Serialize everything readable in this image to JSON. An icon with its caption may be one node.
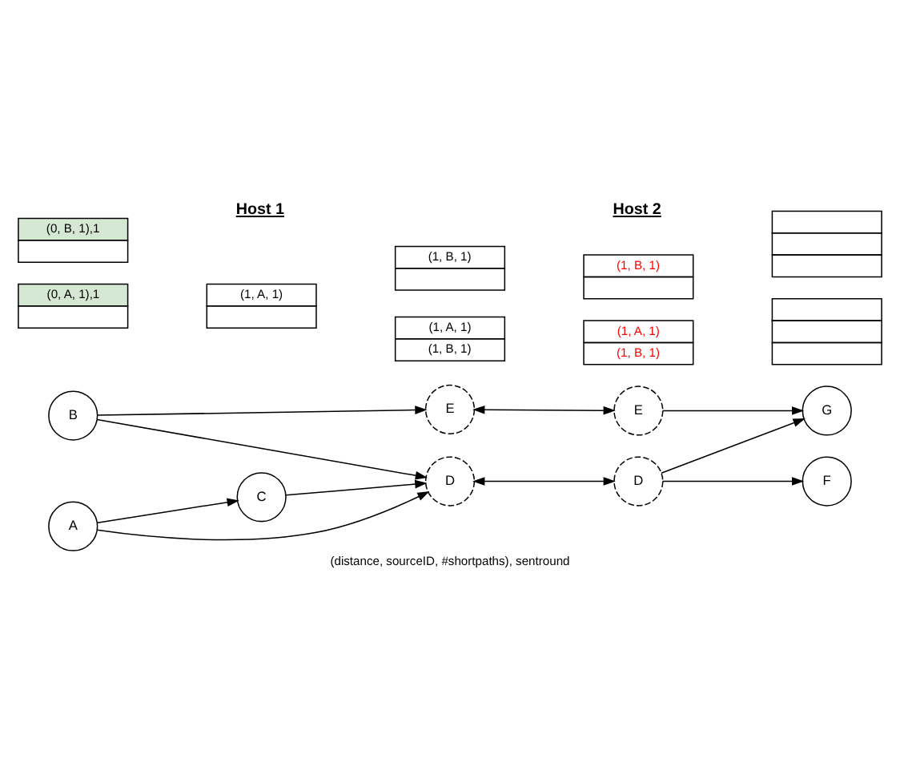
{
  "diagram": {
    "caption": "(distance, sourceID, #shortpaths), sentround",
    "nodes": [
      {
        "text": [
          "C"
        ]
      },
      {
        "text": [
          "(1, A, 1)"
        ]
      },
      {
        "text": [
          "A"
        ]
      },
      {
        "text": [
          "(0, A, 1),1"
        ]
      },
      {
        "text": [
          "D"
        ]
      },
      {
        "text": [
          "(1, A, 1)",
          "(1, B, 1)"
        ]
      },
      {
        "text": [
          "B"
        ]
      },
      {
        "text": [
          "(0, B, 1),1"
        ]
      },
      {
        "text": [
          "E"
        ]
      },
      {
        "text": [
          "(1, B, 1)"
        ]
      },
      {
        "text": [
          "F"
        ]
      },
      {
        "text": [],
        "shape": "box"
      },
      {
        "text": [
          "D"
        ]
      },
      {
        "text": [
          "(1, A, 1)",
          "(1, B, 1)"
        ]
      },
      {
        "text": [
          "G"
        ]
      },
      {
        "text": [],
        "shape": "box"
      },
      {
        "text": [
          "E"
        ]
      },
      {
        "text": [
          "(1, B, 1)"
        ]
      }
    ],
    "edges": [
      {
        "from": 2,
        "to": 0,
        "arrow": "to"
      },
      {
        "from": 2,
        "to": 4,
        "arrow": "to"
      },
      {
        "from": 0,
        "to": 4,
        "arrow": "to"
      },
      {
        "from": 6,
        "to": 4,
        "arrow": "to"
      },
      {
        "from": 6,
        "to": 8,
        "arrow": "to"
      },
      {
        "from": 4,
        "to": 12,
        "arrow": "both"
      },
      {
        "from": 8,
        "to": 16,
        "arrow": "both"
      },
      {
        "from": 12,
        "to": 10,
        "arrow": "to"
      },
      {
        "from": 12,
        "to": 14,
        "arrow": "to"
      },
      {
        "from": 16,
        "to": 14,
        "arrow": "to"
      }
    ],
    "labels": [
      "Host 1",
      "Host 2"
    ]
  }
}
